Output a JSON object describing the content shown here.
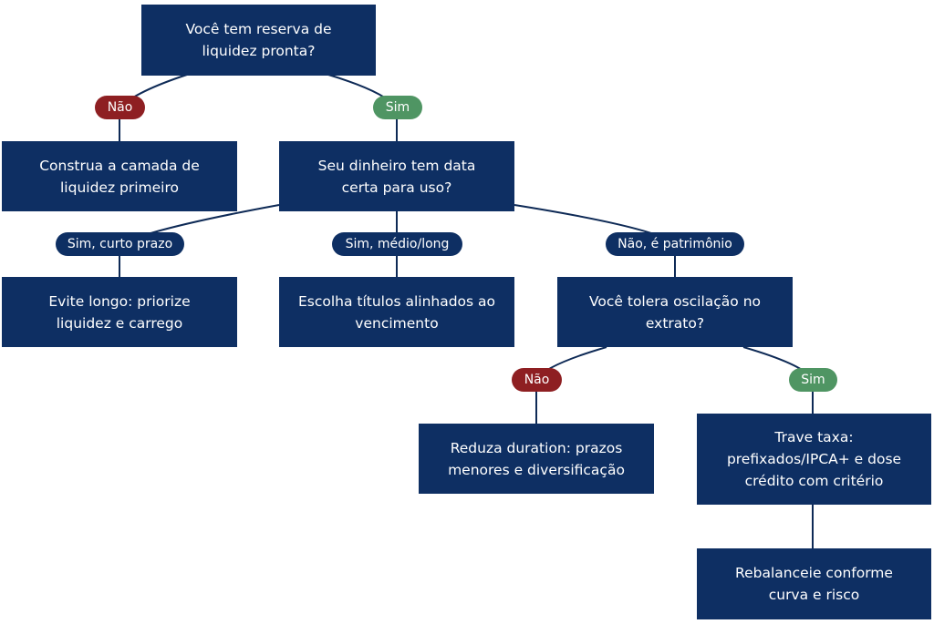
{
  "nodes": {
    "root": "Você tem reserva de\nliquidez pronta?",
    "build_liquidity": "Construa a camada de\nliquidez primeiro",
    "date_question": "Seu dinheiro tem data\ncerta para uso?",
    "avoid_long": "Evite longo: priorize\nliquidez e carrego",
    "choose_titles": "Escolha títulos alinhados ao\nvencimento",
    "volatility_question": "Você tolera oscilação no\nextrato?",
    "reduce_duration": "Reduza duration: prazos\nmenores e diversificação",
    "lock_rate": "Trave taxa:\nprefixados/IPCA+ e dose\ncrédito com critério",
    "rebalance": "Rebalanceie conforme\ncurva e risco"
  },
  "edge_labels": {
    "root_no": "Não",
    "root_yes": "Sim",
    "date_short": "Sim, curto prazo",
    "date_medium": "Sim, médio/long",
    "date_wealth": "Não, é patrimônio",
    "vol_no": "Não",
    "vol_yes": "Sim"
  },
  "colors": {
    "node": "#0e2f63",
    "edge": "#0e2a56",
    "no_label": "#8e1f22",
    "yes_label": "#4f9563"
  }
}
